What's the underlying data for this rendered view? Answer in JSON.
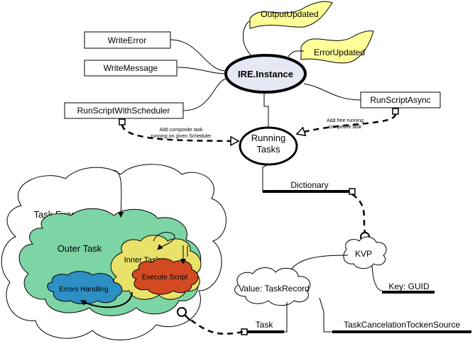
{
  "nodes": {
    "instance": "IRE.Instance",
    "write_error": "WriteError",
    "write_message": "WriteMessage",
    "run_script_with_scheduler": "RunScriptWithScheduler",
    "run_script_async": "RunScriptAsync",
    "running_tasks_line1": "Running",
    "running_tasks_line2": "Tasks",
    "dictionary": "Dictionary",
    "kvp": "KVP",
    "value_task_record": "Value: TaskRecord",
    "key_guid": "Key: GUID",
    "task": "Task",
    "task_cancelation_token_source": "TaskCancelationTockenSource"
  },
  "events": {
    "output_updated": "OutputUpdated",
    "error_updated": "ErrorUpdated"
  },
  "annotations": {
    "scheduler_note_line1": "Add composite task",
    "scheduler_note_line2": "running on given Scheduler",
    "async_note_line1": "Add free running",
    "async_note_line2": "composite task"
  },
  "task_example": {
    "title": "Task Example",
    "outer_task": "Outer Task",
    "inner_task": "Inner Task",
    "execute_script": "Execute Script",
    "errors_handling": "Errors Handling"
  },
  "colors": {
    "event_flag": "#FFFF99",
    "instance_fill": "#E6E8F4",
    "outer_cloud": "#7DD4A4",
    "inner_cloud": "#E8E26A",
    "execute_cloud": "#D34A22",
    "errors_cloud": "#2D8FC4"
  }
}
